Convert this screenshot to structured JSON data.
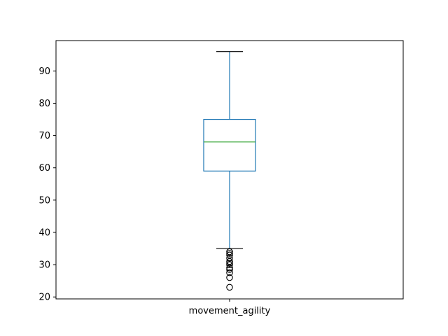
{
  "chart_data": {
    "type": "box",
    "categories": [
      "movement_agility"
    ],
    "series": [
      {
        "min": 35,
        "q1": 59,
        "median": 68,
        "q3": 75,
        "max": 96,
        "outliers": [
          34,
          33.5,
          33,
          32,
          31,
          30.5,
          30,
          29,
          28.5,
          27.5,
          26,
          23
        ]
      }
    ],
    "ylim": [
      19.4,
      99.4
    ],
    "yticks": [
      20,
      30,
      40,
      50,
      60,
      70,
      80,
      90
    ],
    "title": "",
    "xlabel": "",
    "ylabel": "",
    "grid": false,
    "colors": {
      "box": "#1f77b4",
      "median": "#2ca02c",
      "caps": "#000000",
      "outlier_edge": "#000000",
      "axes": "#000000"
    }
  }
}
